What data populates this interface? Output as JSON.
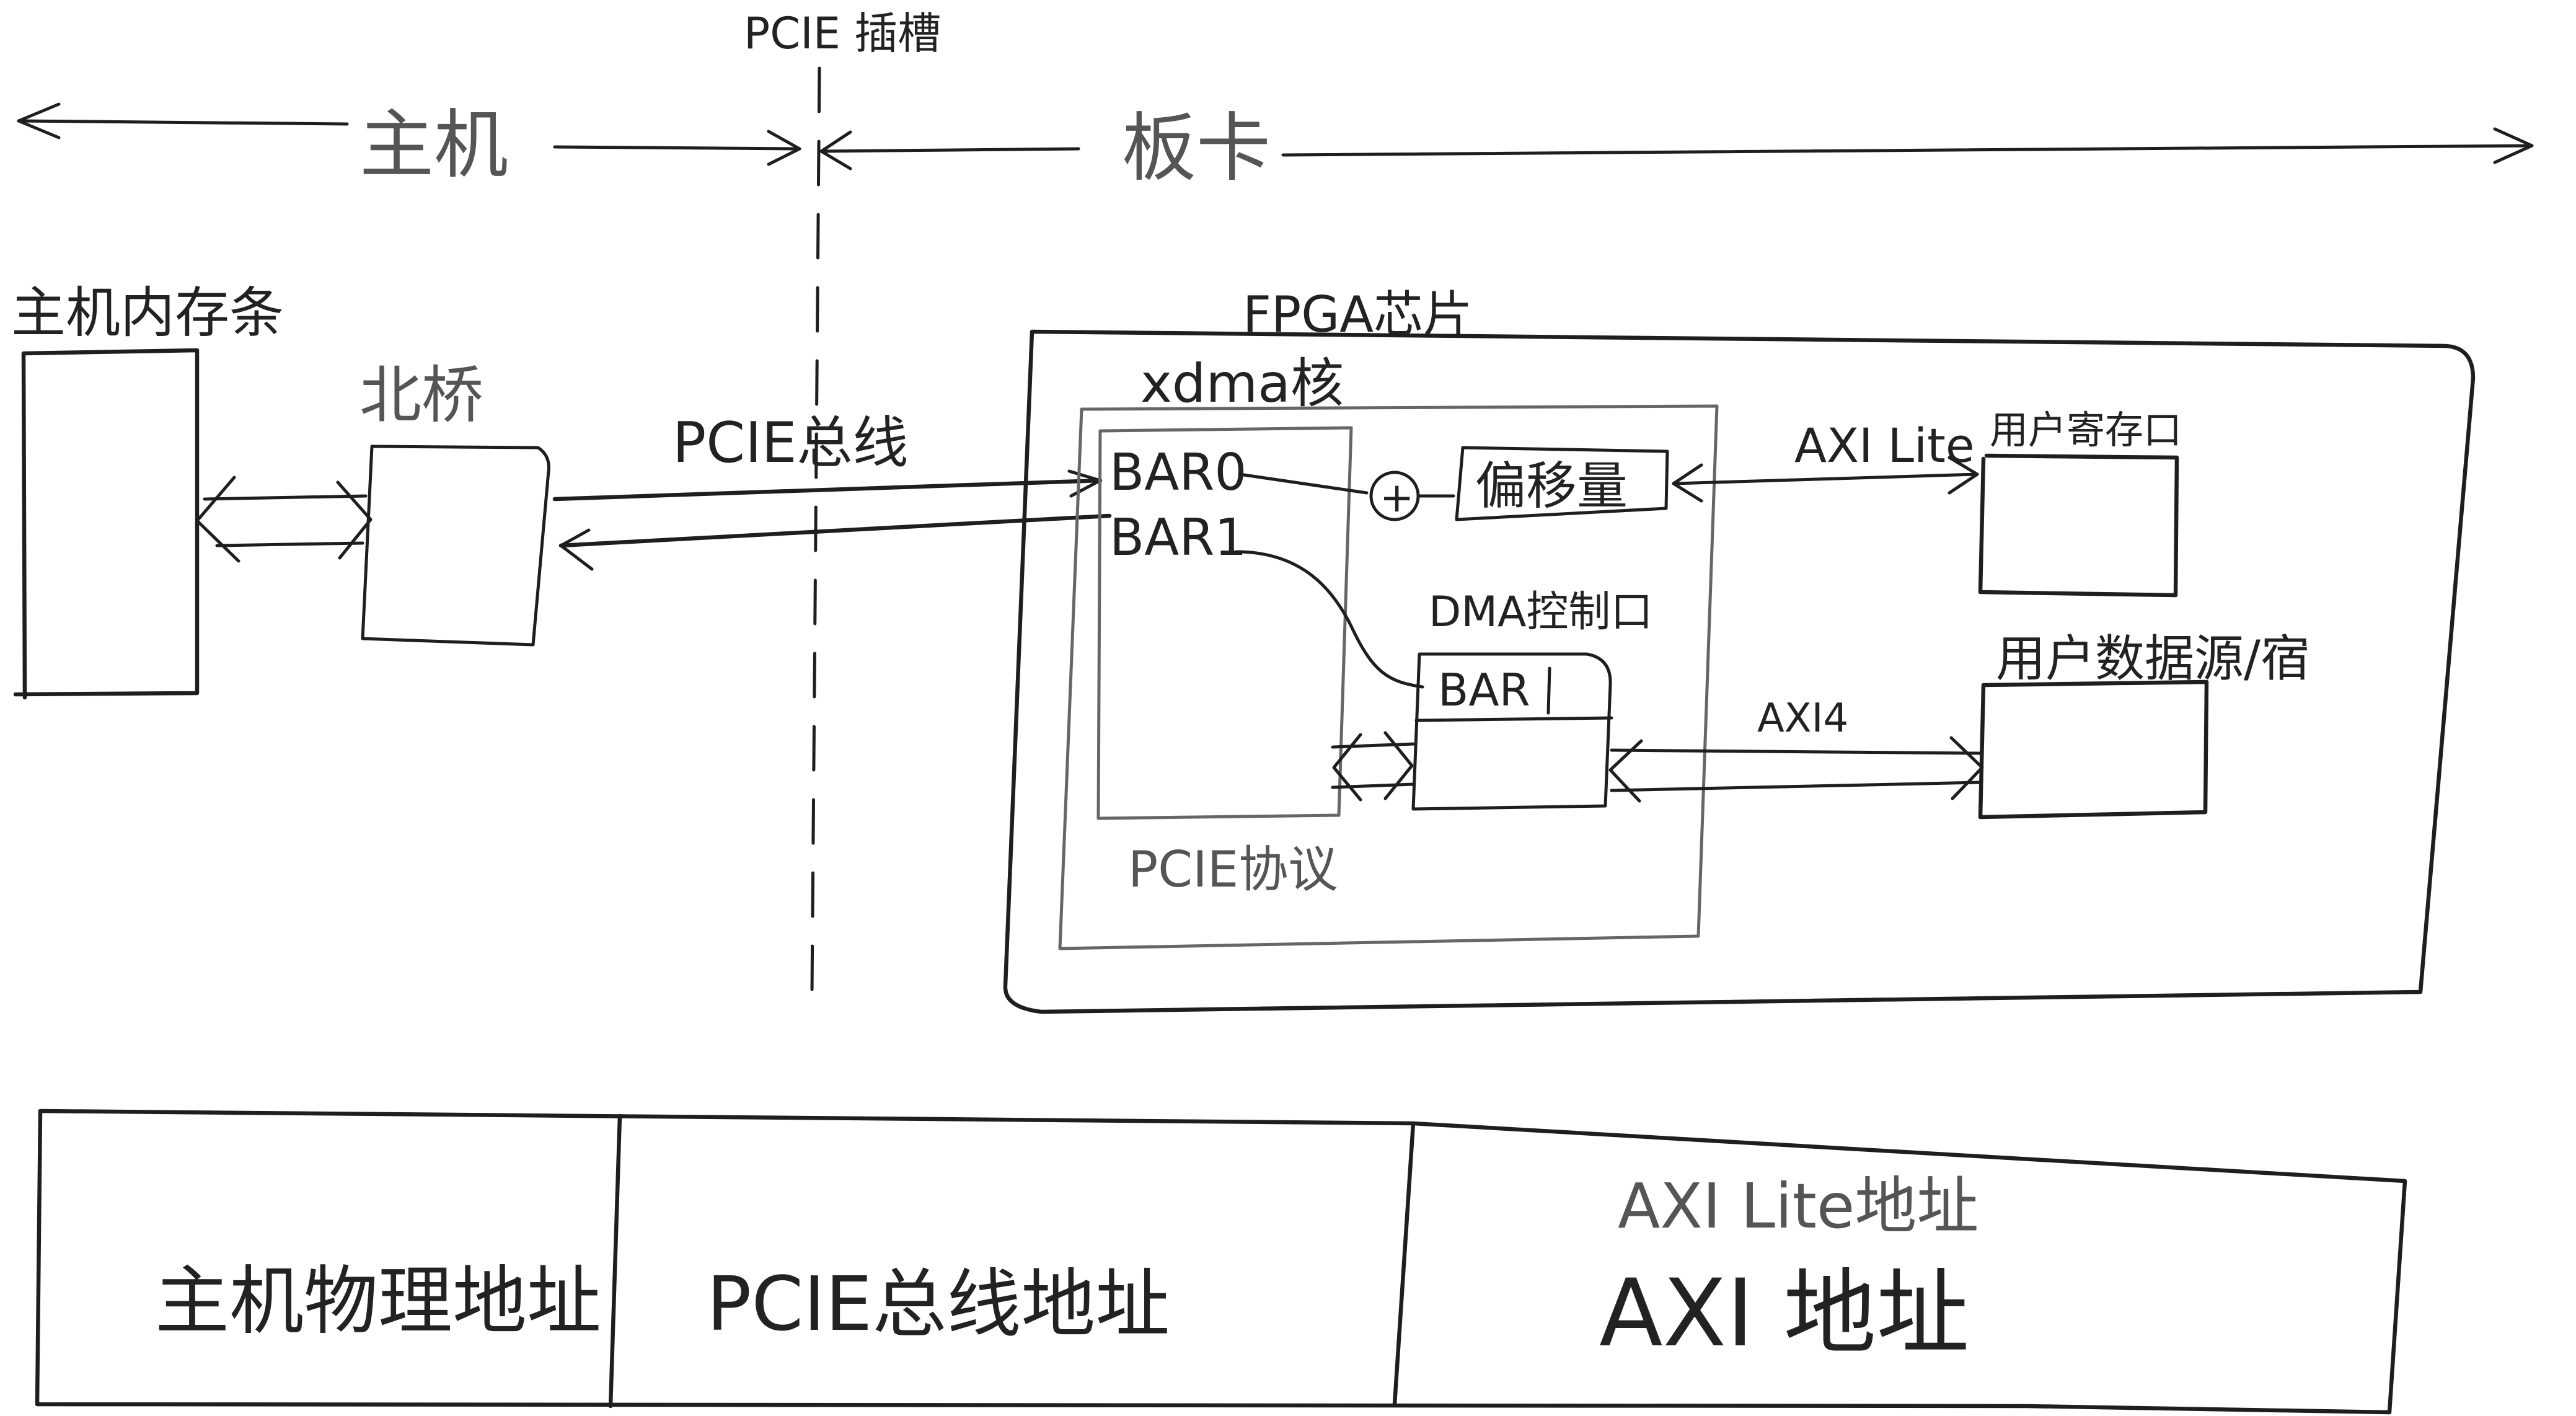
{
  "header": {
    "slot_label": "PCIE 插槽",
    "host_label": "主机",
    "board_label": "板卡"
  },
  "host": {
    "memory_label": "主机内存条",
    "northbridge_label": "北桥"
  },
  "bus": {
    "pcie_bus_label": "PCIE总线"
  },
  "fpga": {
    "chip_label": "FPGA芯片",
    "xdma_label": "xdma核",
    "bar0_label": "BAR0",
    "bar1_label": "BAR1",
    "plus_symbol": "+",
    "offset_label": "偏移量",
    "dma_ctrl_label": "DMA控制口",
    "bar_label": "BAR",
    "pcie_protocol_label": "PCIE协议",
    "axi_lite_link_label": "AXI Lite",
    "axi4_link_label": "AXI4",
    "user_register_label": "用户寄存口",
    "user_data_label": "用户数据源/宿"
  },
  "address_bar": {
    "host_physical": "主机物理地址",
    "pcie_bus_address": "PCIE总线地址",
    "axi_lite_address": "AXI Lite地址",
    "axi_address": "AXI 地址"
  }
}
